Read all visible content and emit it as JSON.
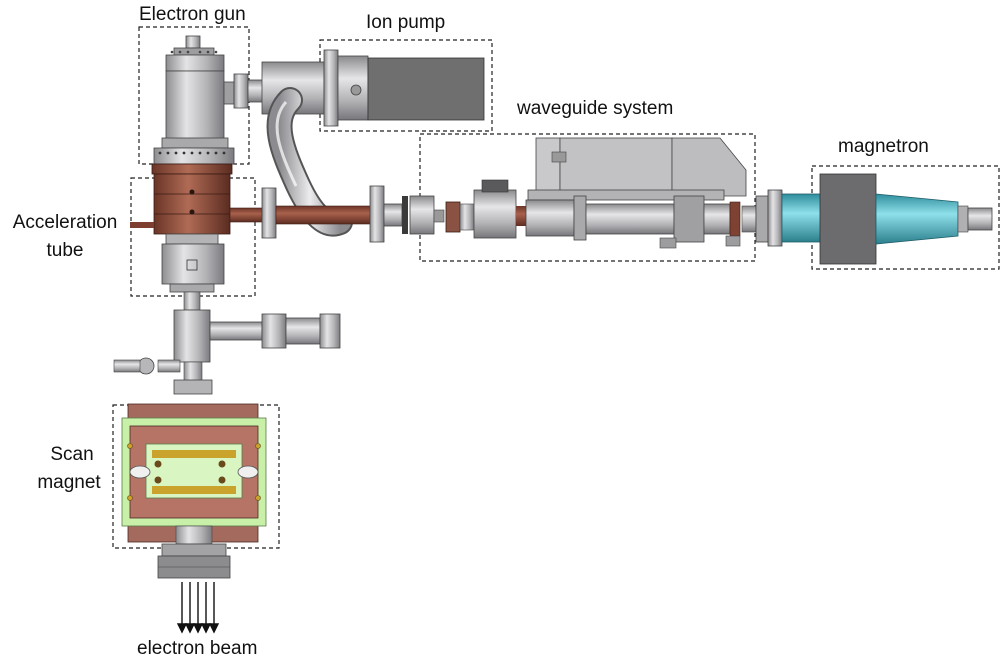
{
  "labels": {
    "electron_gun": "Electron gun",
    "ion_pump": "Ion pump",
    "waveguide_system": "waveguide system",
    "magnetron": "magnetron",
    "acceleration_tube_line1": "Acceleration",
    "acceleration_tube_line2": "tube",
    "scan_magnet_line1": "Scan",
    "scan_magnet_line2": "magnet",
    "electron_beam": "electron beam"
  },
  "colors": {
    "steel": "#b9b9bb",
    "steel_dark": "#6f6f72",
    "copper": "#8a4a3a",
    "pump_body": "#6d6d6d",
    "magnetron_cyan": "#4fb9c9",
    "scan_green": "#c8f0a8",
    "scan_brown": "#a56a5e",
    "gold": "#c9a32c"
  }
}
